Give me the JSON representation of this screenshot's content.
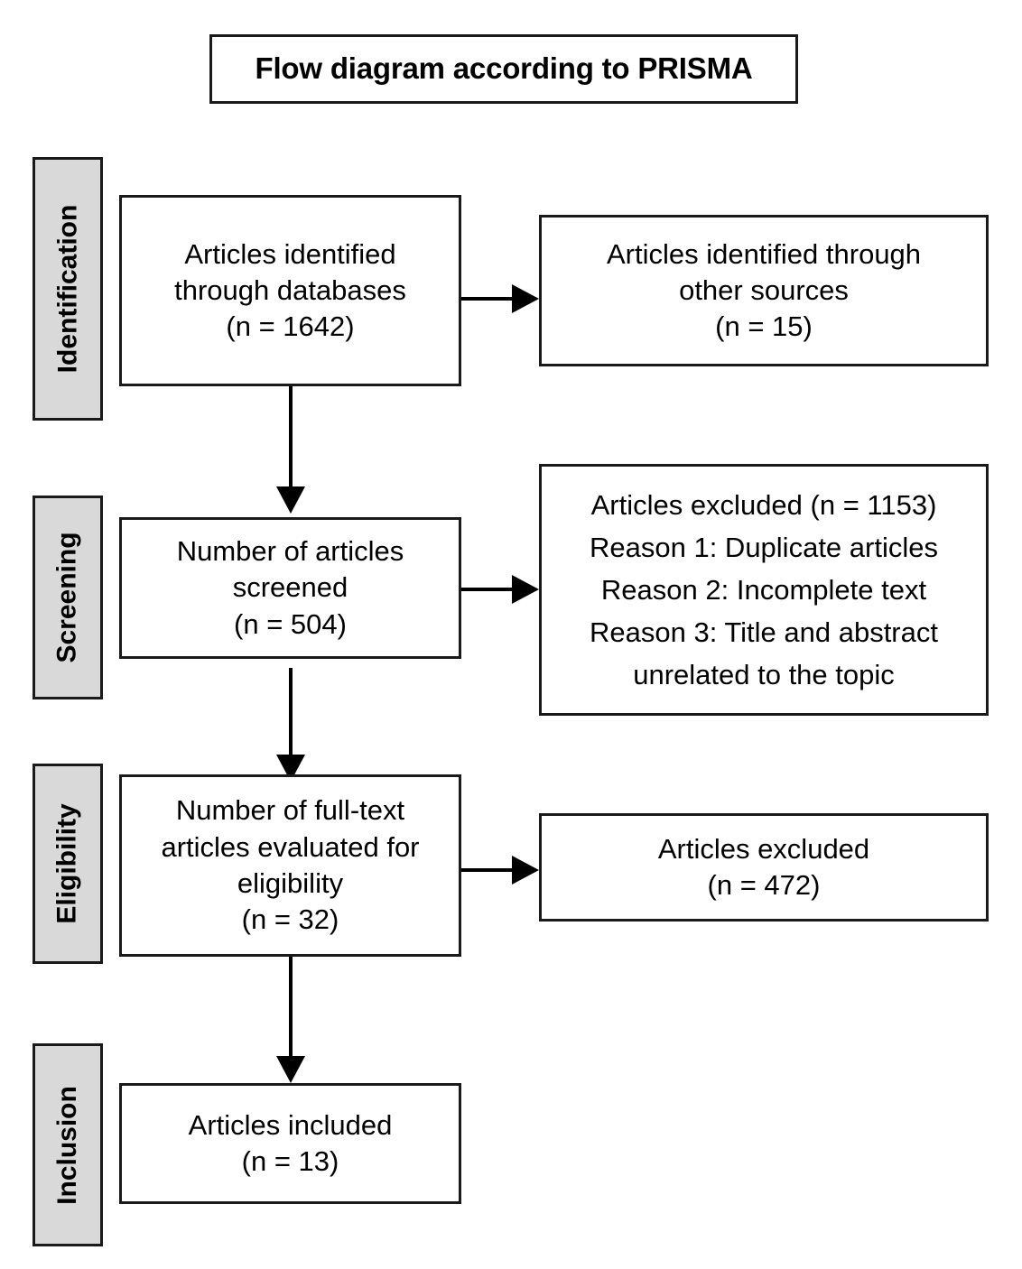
{
  "title": {
    "text": "Flow diagram according to PRISMA"
  },
  "colors": {
    "stage_fill": "#d9d9d9",
    "border": "#1a1a1a",
    "box_fill": "#ffffff",
    "connector": "#000000",
    "text": "#000000"
  },
  "stages": [
    {
      "label": "Identification"
    },
    {
      "label": "Screening"
    },
    {
      "label": "Eligibility"
    },
    {
      "label": "Inclusion"
    }
  ],
  "boxes": {
    "identified_databases": {
      "lines": [
        "Articles identified",
        "through databases",
        "(n = 1642)"
      ]
    },
    "identified_other": {
      "lines": [
        "Articles identified through",
        "other sources",
        "(n = 15)"
      ]
    },
    "screened": {
      "lines": [
        "Number of articles",
        "screened",
        "(n = 504)"
      ]
    },
    "excluded_screening": {
      "lines": [
        "Articles excluded (n = 1153)",
        "Reason 1: Duplicate articles",
        "Reason 2: Incomplete text",
        "Reason 3: Title and abstract",
        "unrelated to the topic"
      ]
    },
    "fulltext_eligibility": {
      "lines": [
        "Number of full-text",
        "articles evaluated for",
        "eligibility",
        "(n = 32)"
      ]
    },
    "excluded_eligibility": {
      "lines": [
        "Articles excluded",
        "(n = 472)"
      ]
    },
    "included": {
      "lines": [
        "Articles included",
        "(n = 13)"
      ]
    }
  },
  "chart_data": {
    "type": "flow-diagram",
    "title": "Flow diagram according to PRISMA",
    "stages": [
      "Identification",
      "Screening",
      "Eligibility",
      "Inclusion"
    ],
    "nodes": [
      {
        "id": "identified_databases",
        "stage": "Identification",
        "label": "Articles identified through databases",
        "n": 1642
      },
      {
        "id": "identified_other",
        "stage": "Identification",
        "label": "Articles identified through other sources",
        "n": 15
      },
      {
        "id": "screened",
        "stage": "Screening",
        "label": "Number of articles screened",
        "n": 504
      },
      {
        "id": "excluded_screening",
        "stage": "Screening",
        "label": "Articles excluded",
        "n": 1153,
        "reasons": [
          "Reason 1: Duplicate articles",
          "Reason 2: Incomplete text",
          "Reason 3: Title and abstract unrelated to the topic"
        ]
      },
      {
        "id": "fulltext_eligibility",
        "stage": "Eligibility",
        "label": "Number of full-text articles evaluated for eligibility",
        "n": 32
      },
      {
        "id": "excluded_eligibility",
        "stage": "Eligibility",
        "label": "Articles excluded",
        "n": 472
      },
      {
        "id": "included",
        "stage": "Inclusion",
        "label": "Articles included",
        "n": 13
      }
    ],
    "edges": [
      {
        "from": "identified_databases",
        "to": "identified_other",
        "direction": "right"
      },
      {
        "from": "identified_databases",
        "to": "screened",
        "direction": "down"
      },
      {
        "from": "screened",
        "to": "excluded_screening",
        "direction": "right"
      },
      {
        "from": "screened",
        "to": "fulltext_eligibility",
        "direction": "down"
      },
      {
        "from": "fulltext_eligibility",
        "to": "excluded_eligibility",
        "direction": "right"
      },
      {
        "from": "fulltext_eligibility",
        "to": "included",
        "direction": "down"
      }
    ]
  }
}
